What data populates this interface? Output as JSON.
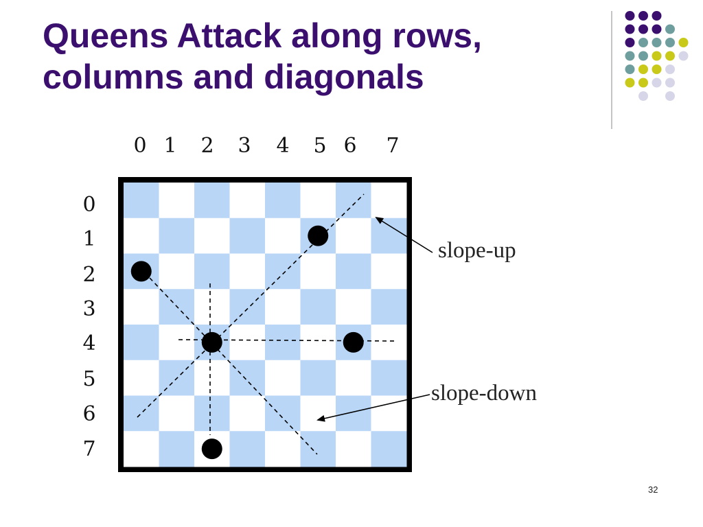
{
  "slide": {
    "title_lines": [
      "Queens Attack along rows,",
      "columns and diagonals"
    ],
    "page_number": "32"
  },
  "board": {
    "size": 8,
    "column_labels": [
      "0",
      "1",
      "2",
      "3",
      "4",
      "5",
      "6",
      "7"
    ],
    "row_labels": [
      "0",
      "1",
      "2",
      "3",
      "4",
      "5",
      "6",
      "7"
    ],
    "dark_square_color": "#b9d6f7",
    "light_square_color": "#ffffff",
    "border_color": "#000000",
    "queens": [
      {
        "row": 1,
        "col": 5
      },
      {
        "row": 2,
        "col": 0
      },
      {
        "row": 4,
        "col": 2
      },
      {
        "row": 4,
        "col": 6
      },
      {
        "row": 7,
        "col": 2
      }
    ]
  },
  "annotations": {
    "slope_up": "slope-up",
    "slope_down": "slope-down"
  },
  "theme": {
    "title_color": "#3b0f6e",
    "dot_colors": {
      "purple": "#3b0f6e",
      "teal": "#6f9e9e",
      "olive": "#c9c91a",
      "lavender": "#d6d6e8"
    }
  }
}
